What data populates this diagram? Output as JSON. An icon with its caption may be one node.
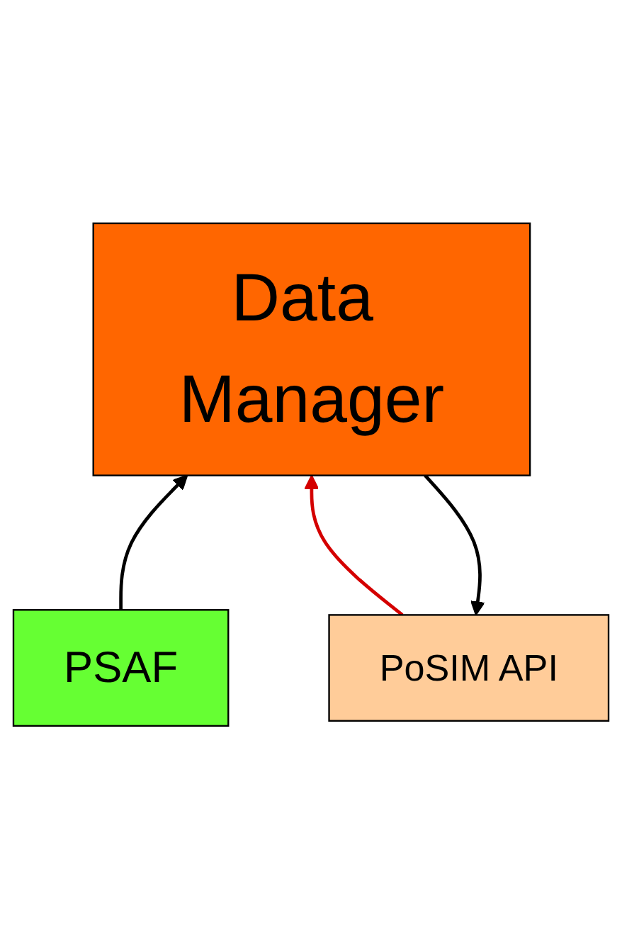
{
  "diagram": {
    "nodes": [
      {
        "text": [
          "PoSIM API"
        ]
      },
      {
        "text": [
          "Data Manager"
        ]
      },
      {
        "text": [
          "PSAF"
        ]
      }
    ],
    "edges": [
      {
        "from": 2,
        "to": 1,
        "arrow": "to"
      },
      {
        "from": 1,
        "to": 0,
        "arrow": "to"
      },
      {
        "from": 0,
        "to": 1,
        "arrow": "to",
        "color": "#d40000"
      }
    ]
  }
}
